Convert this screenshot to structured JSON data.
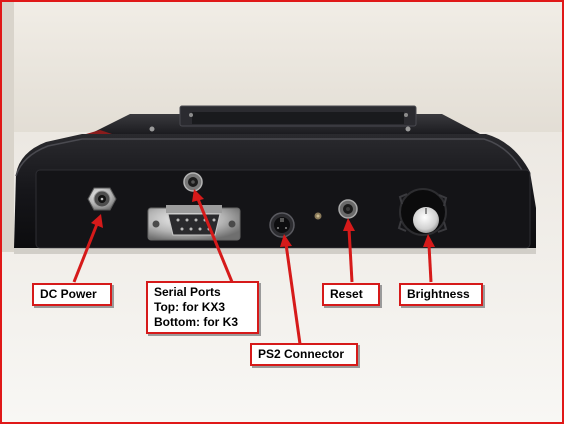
{
  "photo": {
    "subject": "black-enclosure-rear-panel",
    "colors": {
      "wall": "#ece7df",
      "enclosure": "#1a1a1d",
      "annotation": "#d61a1a"
    }
  },
  "labels": {
    "dc_power": "DC Power",
    "serial_ports": {
      "line1": "Serial Ports",
      "line2": "Top: for KX3",
      "line3": "Bottom: for K3"
    },
    "reset": "Reset",
    "brightness": "Brightness",
    "ps2": "PS2 Connector"
  }
}
